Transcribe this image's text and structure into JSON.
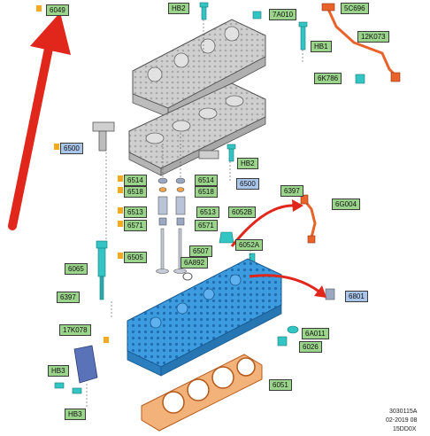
{
  "callouts": {
    "c6049": "6049",
    "hb2_top": "HB2",
    "c7a010": "7A010",
    "c5c696": "5C696",
    "c12k073": "12K073",
    "hb1": "HB1",
    "c6k786": "6K786",
    "c6500_left": "6500",
    "hb2_mid": "HB2",
    "c6514_a": "6514",
    "c6514_b": "6514",
    "c6518_a": "6518",
    "c6518_b": "6518",
    "c6500_right": "6500",
    "c6397_right": "6397",
    "c6g004": "6G004",
    "c6513_a": "6513",
    "c6513_b": "6513",
    "c6052b": "6052B",
    "c6571_a": "6571",
    "c6571_b": "6571",
    "c6507": "6507",
    "c6505": "6505",
    "c6a892": "6A892",
    "c6052a": "6052A",
    "c6065": "6065",
    "c6801": "6801",
    "c6397_left": "6397",
    "c17k078": "17K078",
    "c6a011": "6A011",
    "c6026": "6026",
    "hb3_a": "HB3",
    "c6051": "6051",
    "hb3_b": "HB3"
  },
  "reference": {
    "line1": "3030115A",
    "line2": "02-2019 08",
    "line3": "15DD0X"
  },
  "colors": {
    "arrow_red": "#e1261c",
    "head_blue": "#2e8fd6",
    "gasket_orange": "#d9741f",
    "sensor_orange": "#e8622a",
    "key_orange": "#f5a91c",
    "label_green": "#9bd58c",
    "label_blue": "#a9c6ea",
    "part_cyan": "#33c4c4",
    "cover_gray": "#c9c9c9"
  }
}
